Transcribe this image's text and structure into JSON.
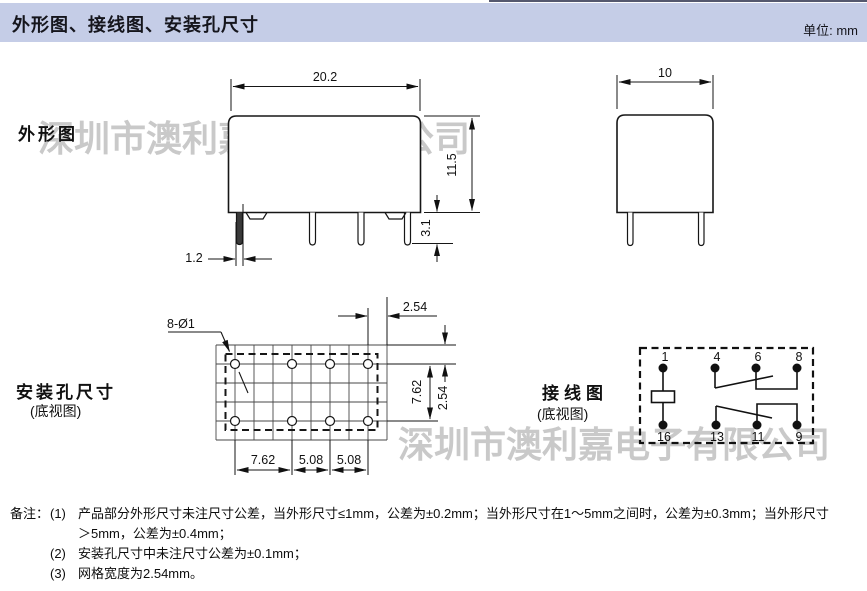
{
  "header": {
    "title": "外形图、接线图、安装孔尺寸",
    "unit_label": "单位: mm"
  },
  "watermark": {
    "text": "深圳市澳利嘉电子有限公司"
  },
  "sections": {
    "outline_label": "外形图",
    "mounting_label": "安装孔尺寸",
    "mounting_sublabel": "(底视图)",
    "wiring_label": "接线图",
    "wiring_sublabel": "(底视图)"
  },
  "dimensions": {
    "side_width": "20.2",
    "side_height": "11.5",
    "pin_length": "3.1",
    "pin_width": "1.2",
    "front_width": "10",
    "hole_callout": "8-Ø1",
    "top_pitch": "2.54",
    "row_spacing": "7.62",
    "right_pitch": "2.54",
    "col_span": "7.62",
    "col_pitch_a": "5.08",
    "col_pitch_b": "5.08"
  },
  "wiring_pins": {
    "top": [
      "1",
      "4",
      "6",
      "8"
    ],
    "bottom": [
      "16",
      "13",
      "11",
      "9"
    ]
  },
  "notes": {
    "label": "备注：",
    "items": [
      {
        "num": "(1)",
        "line1": "产品部分外形尺寸未注尺寸公差，当外形尺寸≤1mm，公差为±0.2mm；当外形尺寸在1～5mm之间时，公差为±0.3mm；当外形尺寸",
        "line2": "＞5mm，公差为±0.4mm；"
      },
      {
        "num": "(2)",
        "text": "安装孔尺寸中未注尺寸公差为±0.1mm；"
      },
      {
        "num": "(3)",
        "text": "网格宽度为2.54mm。"
      }
    ]
  }
}
